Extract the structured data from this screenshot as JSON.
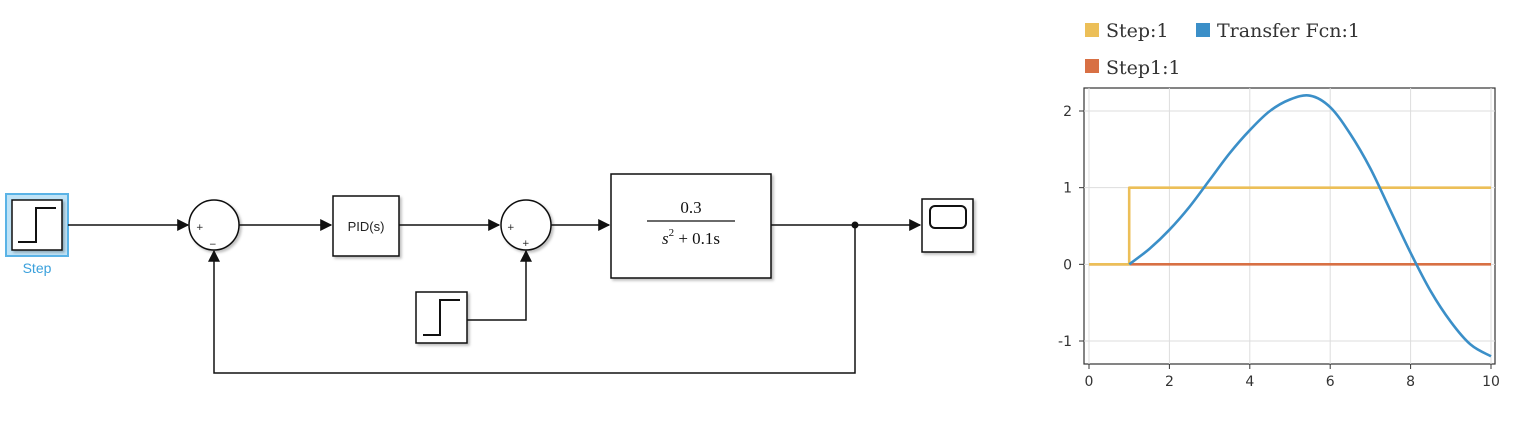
{
  "diagram": {
    "step_source_caption": "Step",
    "pid_label": "PID(s)",
    "sum1_signs": {
      "top": "+",
      "bottom": "−"
    },
    "sum2_signs": {
      "top": "+",
      "bottom": "+"
    },
    "transfer_fcn": {
      "numerator": "0.3",
      "denominator_base": "s",
      "denominator_exp": "2",
      "denominator_rest": " + 0.1s"
    }
  },
  "scope_plot": {
    "legend": [
      {
        "label": "Step:1",
        "color": "#ecbf58"
      },
      {
        "label": "Transfer Fcn:1",
        "color": "#3b8fc8"
      },
      {
        "label": "Step1:1",
        "color": "#d87044"
      }
    ],
    "chart_data": {
      "type": "line",
      "xlim": [
        0,
        10
      ],
      "ylim": [
        -1.3,
        2.3
      ],
      "x_ticks": [
        "0",
        "2",
        "4",
        "6",
        "8",
        "10"
      ],
      "y_ticks": [
        "2",
        "1",
        "0",
        "-1"
      ],
      "grid": true,
      "legend_placement": "top",
      "series": [
        {
          "name": "Step:1",
          "color": "#ecbf58",
          "x": [
            0,
            1,
            1,
            10
          ],
          "y": [
            0,
            0,
            1,
            1
          ]
        },
        {
          "name": "Transfer Fcn:1",
          "color": "#3b8fc8",
          "x": [
            1,
            1.5,
            2,
            2.5,
            3,
            3.5,
            4,
            4.5,
            5,
            5.5,
            6,
            6.5,
            7,
            7.5,
            8,
            8.5,
            9,
            9.5,
            10
          ],
          "y": [
            0,
            0.2,
            0.45,
            0.75,
            1.1,
            1.45,
            1.75,
            2.0,
            2.15,
            2.2,
            2.05,
            1.7,
            1.25,
            0.7,
            0.15,
            -0.35,
            -0.75,
            -1.05,
            -1.2
          ]
        },
        {
          "name": "Step1:1",
          "color": "#d87044",
          "x": [
            0,
            10
          ],
          "y": [
            0,
            0
          ]
        }
      ]
    }
  }
}
